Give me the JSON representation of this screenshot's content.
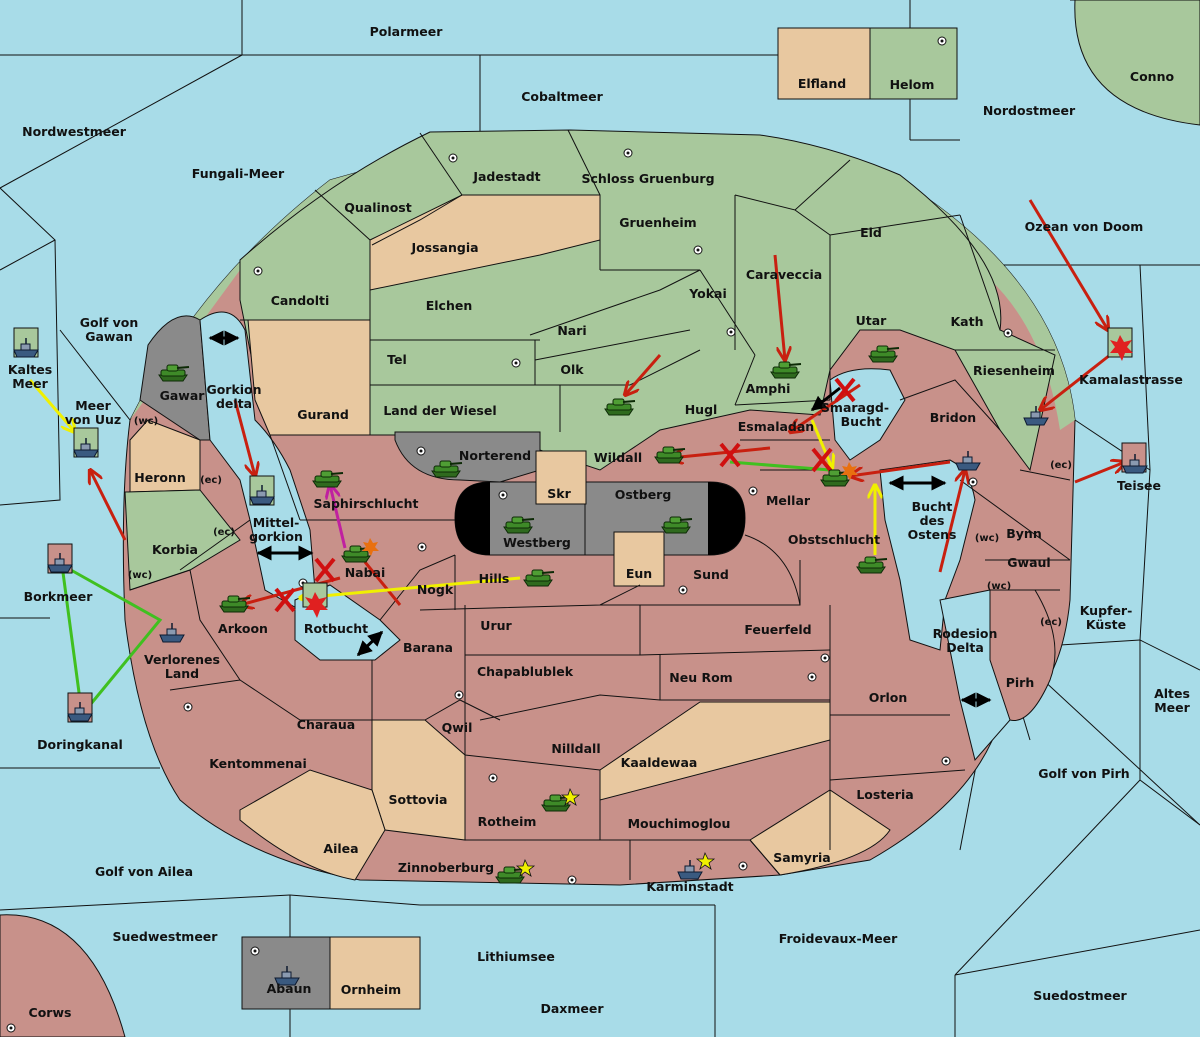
{
  "map_title": "",
  "colors": {
    "sea": "#a8dce8",
    "green": "#a8c89c",
    "tan": "#e8c8a0",
    "rose": "#c8918a",
    "grey": "#8a8a8a",
    "border": "#111111",
    "order_red": "#c82010",
    "order_yellow": "#f0f000",
    "order_green": "#40c020",
    "order_magenta": "#c020a0",
    "order_black": "#000000"
  },
  "sea_regions": {
    "polarmeer": "Polarmeer",
    "cobaltmeer": "Cobaltmeer",
    "nordwestmeer": "Nordwestmeer",
    "fungali": "Fungali-Meer",
    "nordostmeer": "Nordostmeer",
    "conno": "Conno",
    "ozean_doom": "Ozean von Doom",
    "golf_gawan": "Golf von Gawan",
    "kaltes_meer": "Kaltes Meer",
    "meer_uuz": "Meer von Uuz",
    "borkmeer": "Borkmeer",
    "doringkanal": "Doringkanal",
    "golf_ailea": "Golf von Ailea",
    "suedwestmeer": "Suedwestmeer",
    "corws": "Corws",
    "lithiumsee": "Lithiumsee",
    "daxmeer": "Daxmeer",
    "froidevaux": "Froidevaux-Meer",
    "suedostmeer": "Suedostmeer",
    "golf_pirh": "Golf von Pirh",
    "altes_meer": "Altes Meer",
    "kupferkueste": "Kupfer-Küste",
    "teisee": "Teisee",
    "kamalastrasse": "Kamalastrasse",
    "smaragdbucht": "Smaragd-Bucht",
    "bucht_ostens": "Bucht des Ostens",
    "rodesion_delta": "Rodesion Delta",
    "rotbucht": "Rotbucht",
    "mittelgorkion": "Mittel-gorkion",
    "gorkion_delta": "Gorkion delta"
  },
  "land_regions": {
    "elfland": "Elfland",
    "helom": "Helom",
    "jadestadt": "Jadestadt",
    "schloss": "Schloss Gruenburg",
    "qualinost": "Qualinost",
    "jossangia": "Jossangia",
    "gruenheim": "Gruenheim",
    "eld": "Eld",
    "caraveccia": "Caraveccia",
    "candolti": "Candolti",
    "elchen": "Elchen",
    "yokai": "Yokai",
    "utar": "Utar",
    "kath": "Kath",
    "nari": "Nari",
    "tel": "Tel",
    "olk": "Olk",
    "amphi": "Amphi",
    "riesenheim": "Riesenheim",
    "gawar": "Gawar",
    "gurand": "Gurand",
    "land_wiesel": "Land der Wiesel",
    "hugl": "Hugl",
    "bridon": "Bridon",
    "esmaladan": "Esmaladan",
    "heronn": "Heronn",
    "norterend": "Norterend",
    "wildall": "Wildall",
    "skr": "Skr",
    "ostberg": "Ostberg",
    "mellar": "Mellar",
    "saphirschlucht": "Saphirschlucht",
    "westberg": "Westberg",
    "korbia": "Korbia",
    "bynn": "Bynn",
    "obstschlucht": "Obstschlucht",
    "nabai": "Nabai",
    "eun": "Eun",
    "gwaul": "Gwaul",
    "hills": "Hills",
    "sund": "Sund",
    "nogk": "Nogk",
    "arkoon": "Arkoon",
    "urur": "Urur",
    "feuerfeld": "Feuerfeld",
    "verlorenes": "Verlorenes Land",
    "barana": "Barana",
    "chapa": "Chapablublek",
    "neu_rom": "Neu Rom",
    "pirh": "Pirh",
    "orlon": "Orlon",
    "charaua": "Charaua",
    "qwil": "Qwil",
    "nilldall": "Nilldall",
    "kaaldewaa": "Kaaldewaa",
    "kentommenai": "Kentommenai",
    "sottovia": "Sottovia",
    "rotheim": "Rotheim",
    "losteria": "Losteria",
    "mouchimoglou": "Mouchimoglou",
    "ailea": "Ailea",
    "samyria": "Samyria",
    "zinnoberburg": "Zinnoberburg",
    "karminstadt": "Karminstadt",
    "abaun": "Abaun",
    "ornheim": "Ornheim"
  },
  "coast_tags": {
    "wc": "(wc)",
    "ec": "(ec)"
  }
}
